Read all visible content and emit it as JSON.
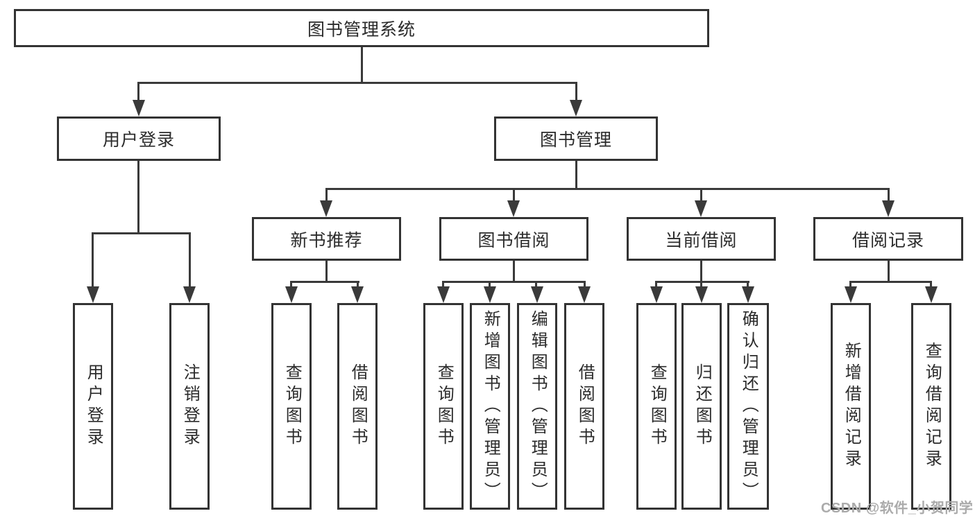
{
  "diagram": {
    "root": "图书管理系统",
    "level2": [
      "用户登录",
      "图书管理"
    ],
    "level3": [
      "新书推荐",
      "图书借阅",
      "当前借阅",
      "借阅记录"
    ],
    "leaves": [
      "用户登录",
      "注销登录",
      "查询图书",
      "借阅图书",
      "查询图书",
      "新增图书（管理员）",
      "编辑图书（管理员）",
      "借阅图书",
      "查询图书",
      "归还图书",
      "确认归还（管理员）",
      "新增借阅记录",
      "查询借阅记录"
    ]
  },
  "watermark": "CSDN @软件_小贺同学",
  "colors": {
    "line": "#3a3a3a",
    "box_border": "#333333",
    "box_fill": "#ffffff",
    "text": "#2b2b2b",
    "watermark": "#ababab"
  }
}
